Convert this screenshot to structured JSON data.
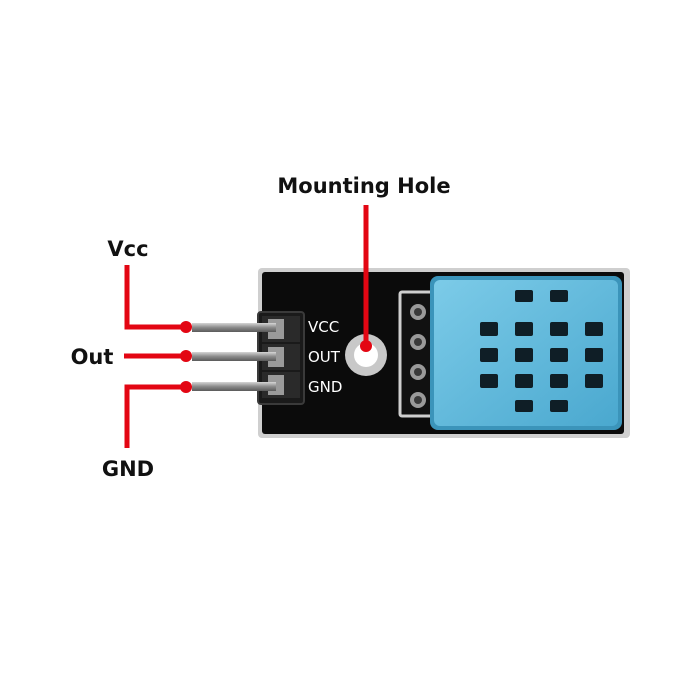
{
  "labels": {
    "mounting_hole": "Mounting Hole",
    "vcc": "Vcc",
    "out": "Out",
    "gnd": "GND"
  },
  "silkscreen": {
    "vcc": "VCC",
    "out": "OUT",
    "gnd": "GND"
  },
  "colors": {
    "callout": "#e30613",
    "pcb": "#0b0b0b",
    "sensor": "#5fb8da",
    "pin_metal": "#8a8a8a",
    "background": "#ffffff"
  }
}
